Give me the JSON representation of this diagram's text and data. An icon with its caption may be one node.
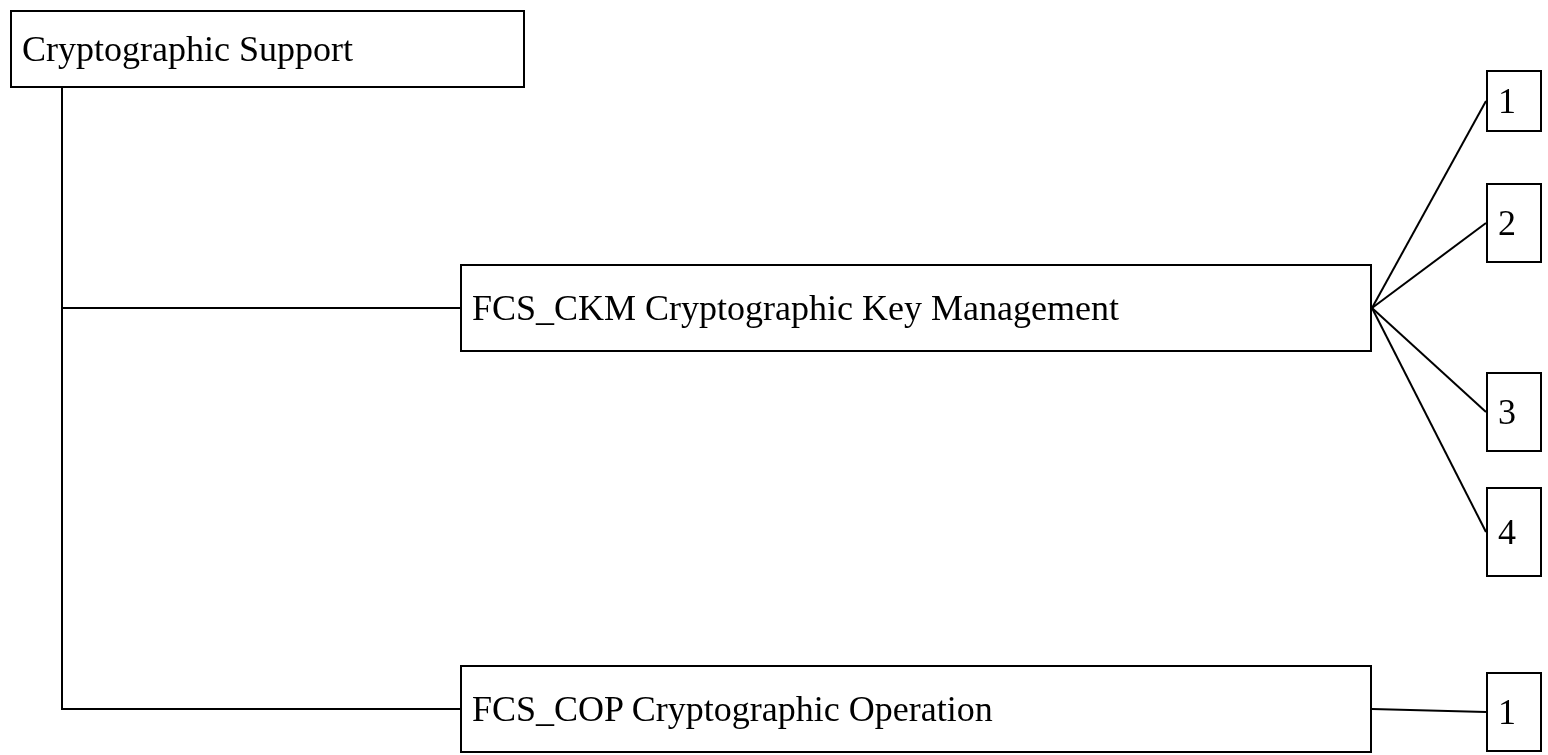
{
  "diagram": {
    "nodes": [
      {
        "text": [
          "Cryptographic Support"
        ]
      },
      {
        "text": [
          "FCS_CKM Cryptographic Key Management"
        ]
      },
      {
        "text": [
          "1"
        ]
      },
      {
        "text": [
          "2"
        ]
      },
      {
        "text": [
          "3"
        ]
      },
      {
        "text": [
          "4"
        ]
      },
      {
        "text": [
          "FCS_COP Cryptographic Operation"
        ]
      },
      {
        "text": [
          "1"
        ]
      }
    ],
    "edges": [
      {
        "from": 0,
        "to": 1,
        "arrow": "none"
      },
      {
        "from": 0,
        "to": 6,
        "arrow": "none"
      },
      {
        "from": 1,
        "to": 2,
        "arrow": "none"
      },
      {
        "from": 1,
        "to": 3,
        "arrow": "none"
      },
      {
        "from": 1,
        "to": 4,
        "arrow": "none"
      },
      {
        "from": 1,
        "to": 5,
        "arrow": "none"
      },
      {
        "from": 6,
        "to": 7,
        "arrow": "none"
      }
    ]
  }
}
